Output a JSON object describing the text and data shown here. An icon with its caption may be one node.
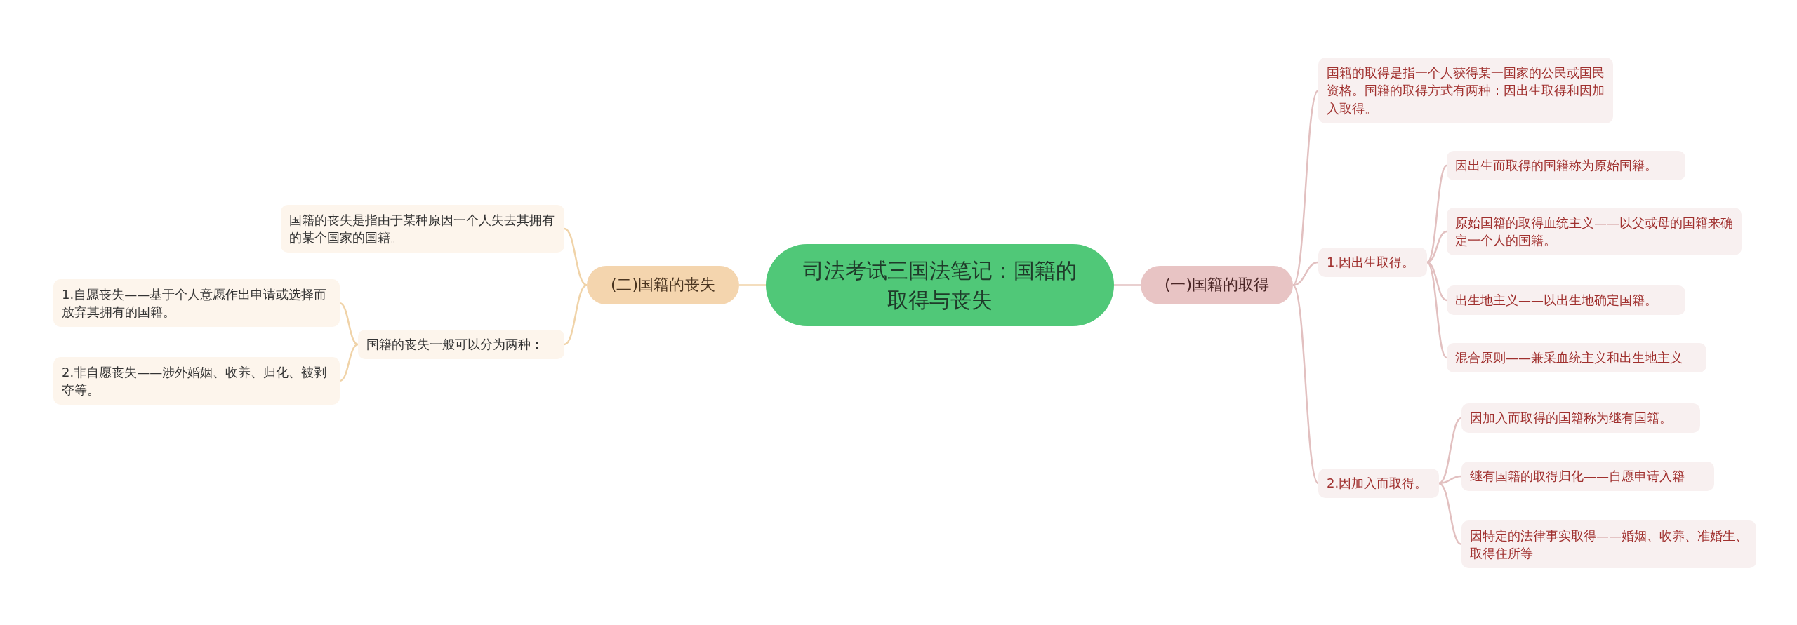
{
  "diagram": {
    "nodes": [
      {
        "text": [
          "司法考试三国法笔记：国籍的取得与丧失"
        ]
      },
      {
        "text": [
          "(一)国籍的取得"
        ]
      },
      {
        "text": [
          "国籍的取得是指一个人获得某一国家的公民或国民资格。国籍的取得方式有两种：因出生取得和因加入取得。"
        ]
      },
      {
        "text": [
          "1.因出生取得。"
        ]
      },
      {
        "text": [
          "因出生而取得的国籍称为原始国籍。"
        ]
      },
      {
        "text": [
          "原始国籍的取得血统主义——以父或母的国籍来确定一个人的国籍。"
        ]
      },
      {
        "text": [
          "出生地主义——以出生地确定国籍。"
        ]
      },
      {
        "text": [
          "混合原则——兼采血统主义和出生地主义"
        ]
      },
      {
        "text": [
          "2.因加入而取得。"
        ]
      },
      {
        "text": [
          "因加入而取得的国籍称为继有国籍。"
        ]
      },
      {
        "text": [
          "继有国籍的取得归化——自愿申请入籍"
        ]
      },
      {
        "text": [
          "因特定的法律事实取得——婚姻、收养、准婚生、取得住所等"
        ]
      },
      {
        "text": [
          "(二)国籍的丧失"
        ]
      },
      {
        "text": [
          "国籍的丧失是指由于某种原因一个人失去其拥有的某个国家的国籍。"
        ]
      },
      {
        "text": [
          "国籍的丧失一般可以分为两种："
        ]
      },
      {
        "text": [
          "1.自愿丧失——基于个人意愿作出申请或选择而放弃其拥有的国籍。"
        ]
      },
      {
        "text": [
          "2.非自愿丧失——涉外婚姻、收养、归化、被剥夺等。"
        ]
      }
    ],
    "edges": [
      {
        "from": 0,
        "to": 1,
        "arrow": "none"
      },
      {
        "from": 1,
        "to": 2,
        "arrow": "none"
      },
      {
        "from": 1,
        "to": 3,
        "arrow": "none"
      },
      {
        "from": 3,
        "to": 4,
        "arrow": "none"
      },
      {
        "from": 3,
        "to": 5,
        "arrow": "none"
      },
      {
        "from": 3,
        "to": 6,
        "arrow": "none"
      },
      {
        "from": 3,
        "to": 7,
        "arrow": "none"
      },
      {
        "from": 1,
        "to": 8,
        "arrow": "none"
      },
      {
        "from": 8,
        "to": 9,
        "arrow": "none"
      },
      {
        "from": 8,
        "to": 10,
        "arrow": "none"
      },
      {
        "from": 8,
        "to": 11,
        "arrow": "none"
      },
      {
        "from": 0,
        "to": 12,
        "arrow": "none",
        "color": "#f0d3a8"
      },
      {
        "from": 12,
        "to": 13,
        "arrow": "none",
        "color": "#f0d3a8"
      },
      {
        "from": 12,
        "to": 14,
        "arrow": "none",
        "color": "#f0d3a8"
      },
      {
        "from": 14,
        "to": 15,
        "arrow": "none",
        "color": "#f0d3a8"
      },
      {
        "from": 14,
        "to": 16,
        "arrow": "none",
        "color": "#f0d3a8"
      }
    ]
  }
}
